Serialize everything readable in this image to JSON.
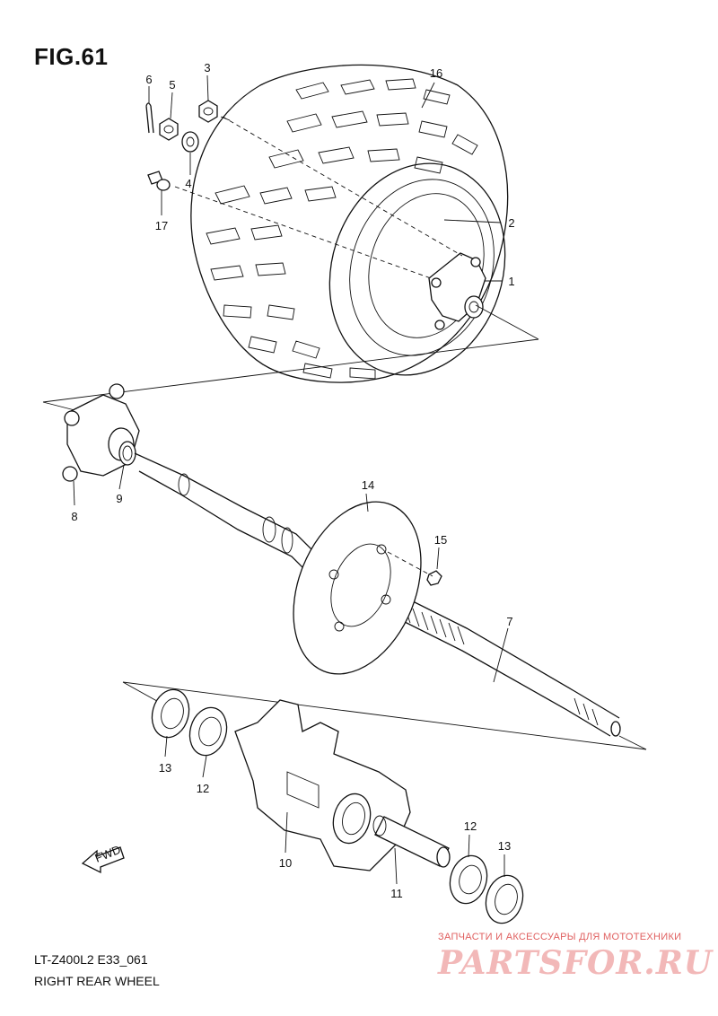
{
  "figure": {
    "title": "FIG.61",
    "model_code": "LT-Z400L2 E33_061",
    "caption": "RIGHT REAR WHEEL",
    "fwd_label": "FWD"
  },
  "watermark": {
    "tagline": "ЗАПЧАСТИ И АКСЕССУАРЫ ДЛЯ МОТОТЕХНИКИ",
    "brand": "PARTSFOR.RU"
  },
  "callouts": [
    "1",
    "2",
    "3",
    "4",
    "5",
    "6",
    "7",
    "8",
    "9",
    "10",
    "11",
    "12",
    "12",
    "13",
    "13",
    "14",
    "15",
    "16",
    "17"
  ]
}
